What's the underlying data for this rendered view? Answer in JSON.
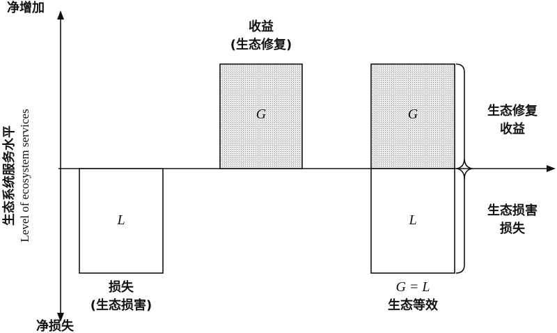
{
  "y_axis": {
    "top_label": "净增加",
    "bottom_label": "净损失",
    "title_zh": "生态系统服务水平",
    "title_en": "Level of ecosystem services"
  },
  "boxes": {
    "loss_symbol": "L",
    "loss_caption_1": "损失",
    "loss_caption_2": "(生态损害)",
    "gain_symbol": "G",
    "gain_caption_1": "收益",
    "gain_caption_2": "(生态修复)",
    "equiv_gain_symbol": "G",
    "equiv_loss_symbol": "L",
    "equiv_caption_1": "G = L",
    "equiv_caption_2": "生态等效"
  },
  "braces": {
    "upper_1": "生态修复",
    "upper_2": "收益",
    "lower_1": "生态损害",
    "lower_2": "损失"
  },
  "colors": {
    "gain_fill": "#e6e6e6",
    "line": "#111111"
  }
}
